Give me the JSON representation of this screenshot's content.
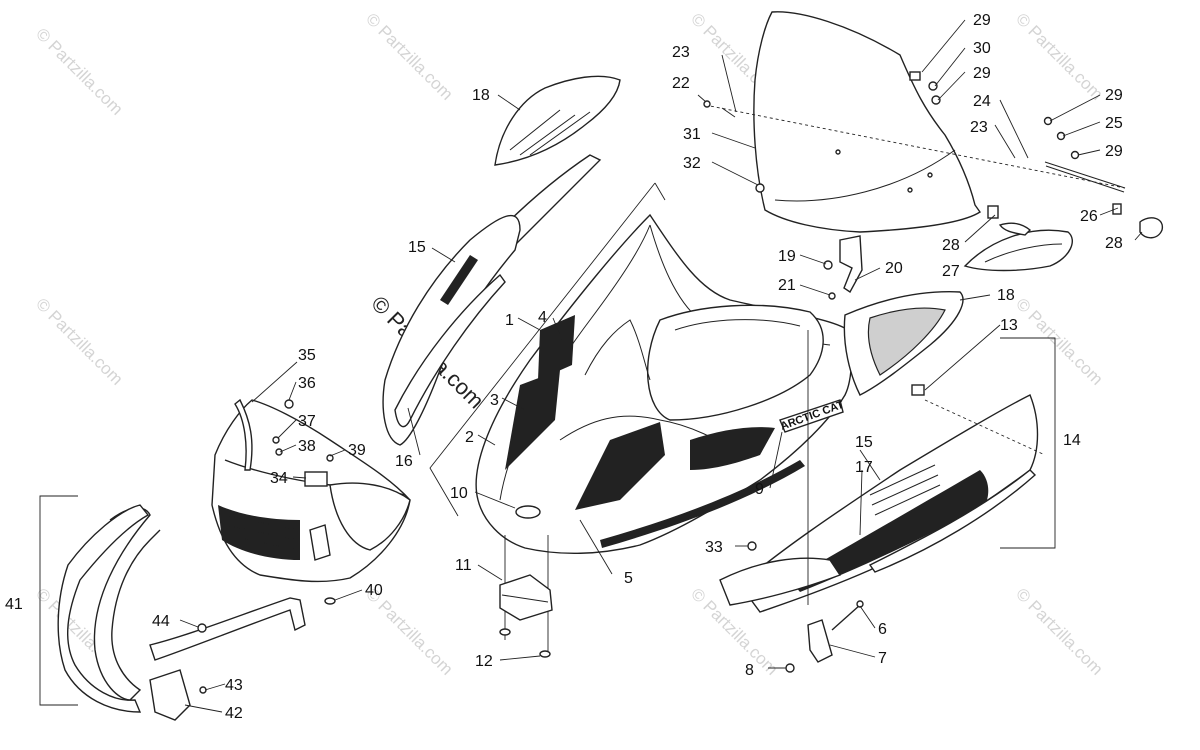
{
  "watermark": {
    "small_text": "© Partzilla.com",
    "big_text": "© Partzilla.com"
  },
  "brand_decal": "ARCTIC CAT",
  "callouts": {
    "c1": "1",
    "c2": "2",
    "c3": "3",
    "c4": "4",
    "c5": "5",
    "c6": "6",
    "c7": "7",
    "c8": "8",
    "c9": "9",
    "c10": "10",
    "c11": "11",
    "c12": "12",
    "c13": "13",
    "c14": "14",
    "c15a": "15",
    "c15b": "15",
    "c16": "16",
    "c17": "17",
    "c18a": "18",
    "c18b": "18",
    "c19": "19",
    "c20": "20",
    "c21": "21",
    "c22": "22",
    "c23a": "23",
    "c23b": "23",
    "c24": "24",
    "c25": "25",
    "c26": "26",
    "c27": "27",
    "c28a": "28",
    "c28b": "28",
    "c29a": "29",
    "c29b": "29",
    "c29c": "29",
    "c29d": "29",
    "c30": "30",
    "c31": "31",
    "c32": "32",
    "c33": "33",
    "c34": "34",
    "c35": "35",
    "c36": "36",
    "c37": "37",
    "c38": "38",
    "c39": "39",
    "c40": "40",
    "c41": "41",
    "c42": "42",
    "c43": "43",
    "c44": "44"
  }
}
